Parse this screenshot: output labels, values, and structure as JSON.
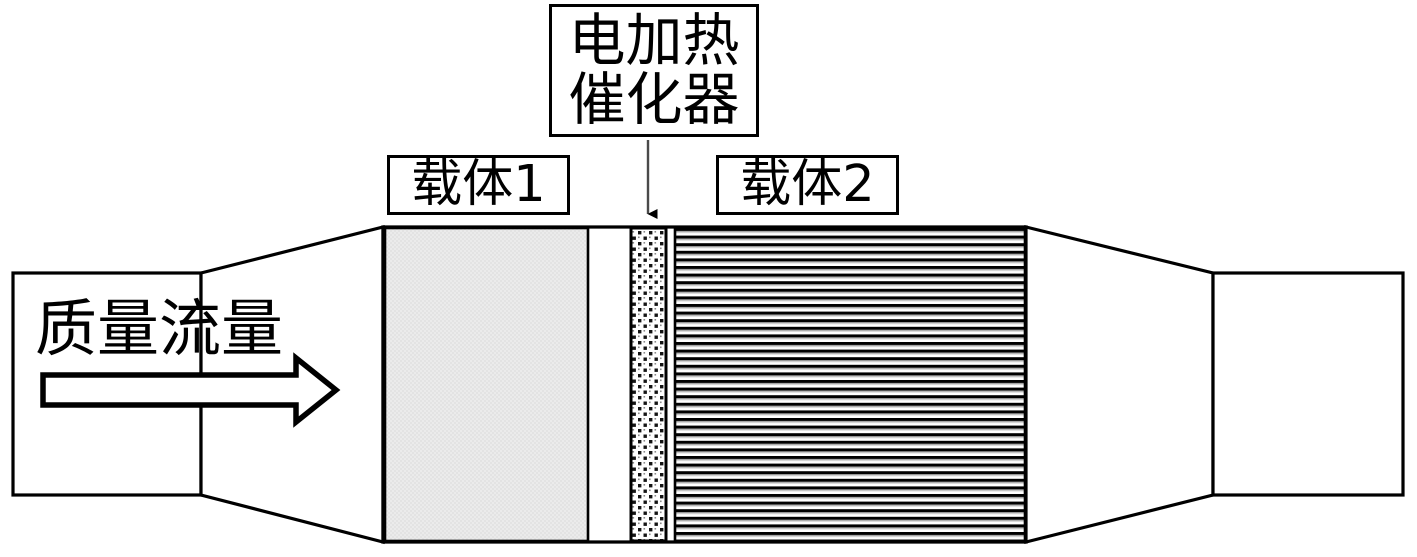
{
  "diagram": {
    "title_label": "电加热催化器",
    "title_line1": "电加热",
    "title_line2": "催化器",
    "substrate1_label": "载体1",
    "substrate2_label": "载体2",
    "flow_label": "质量流量",
    "flow_arrow_icon": "right-arrow-icon",
    "pointer_icon": "down-arrow-icon",
    "colors": {
      "outline": "#000000",
      "substrate1_fill": "#e9e9e9",
      "ehc_fill": "#ffffff",
      "ehc_dot": "#1a1a1a",
      "substrate2_line": "#000000",
      "background": "#ffffff"
    },
    "parts": [
      {
        "name": "inlet-pipe",
        "shape": "rectangle"
      },
      {
        "name": "inlet-cone",
        "shape": "trapezoid"
      },
      {
        "name": "housing",
        "shape": "rectangle"
      },
      {
        "name": "substrate-1",
        "shape": "rectangle",
        "fill": "light-gray"
      },
      {
        "name": "ehc-band",
        "shape": "rectangle",
        "fill": "stipple-dots"
      },
      {
        "name": "substrate-2",
        "shape": "rectangle",
        "fill": "horizontal-lines"
      },
      {
        "name": "outlet-cone",
        "shape": "trapezoid"
      },
      {
        "name": "outlet-pipe",
        "shape": "rectangle"
      }
    ]
  }
}
